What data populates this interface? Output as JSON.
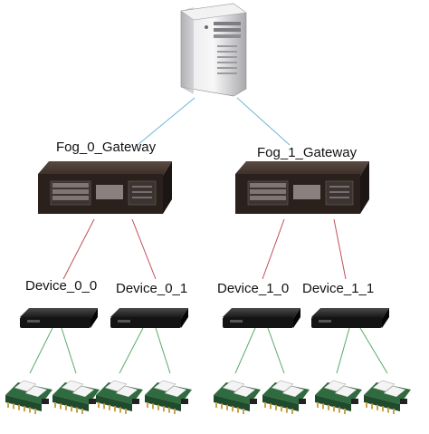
{
  "cloud": {
    "icon": "tower-server-icon"
  },
  "gateways": [
    {
      "label": "Fog_0_Gateway",
      "icon": "rack-server-icon",
      "devices": [
        {
          "label": "Device_0_0",
          "icon": "router-device-icon",
          "sensors": [
            "sensor-module-icon",
            "sensor-module-icon"
          ]
        },
        {
          "label": "Device_0_1",
          "icon": "router-device-icon",
          "sensors": [
            "sensor-module-icon",
            "sensor-module-icon"
          ]
        }
      ]
    },
    {
      "label": "Fog_1_Gateway",
      "icon": "rack-server-icon",
      "devices": [
        {
          "label": "Device_1_0",
          "icon": "router-device-icon",
          "sensors": [
            "sensor-module-icon",
            "sensor-module-icon"
          ]
        },
        {
          "label": "Device_1_1",
          "icon": "router-device-icon",
          "sensors": [
            "sensor-module-icon",
            "sensor-module-icon"
          ]
        }
      ]
    }
  ],
  "colors": {
    "cloud_link": "#6fb6d8",
    "gateway_link": "#c0505a",
    "device_link": "#5aaa6a",
    "server_body": "#c9c9cc",
    "rack_body": "#2a211d",
    "sensor_body": "#2f6b3f"
  }
}
